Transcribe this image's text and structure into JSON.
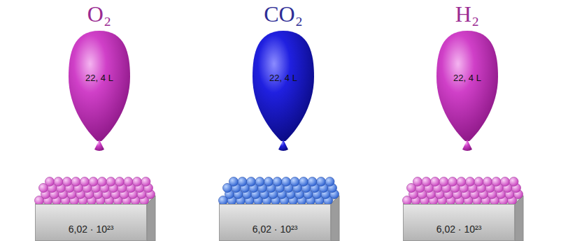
{
  "diagram": {
    "nodes": [
      {
        "text": [
          "O₂",
          "22, 4 L"
        ]
      },
      {
        "text": [
          "CO₂",
          "22, 4 L"
        ]
      },
      {
        "text": [
          "H₂",
          "22, 4 L"
        ]
      },
      {
        "text": [
          "6,02 · 10²³"
        ]
      },
      {
        "text": [
          "6,02 · 10²³"
        ]
      },
      {
        "text": [
          "6,02 · 10²³"
        ]
      }
    ]
  }
}
